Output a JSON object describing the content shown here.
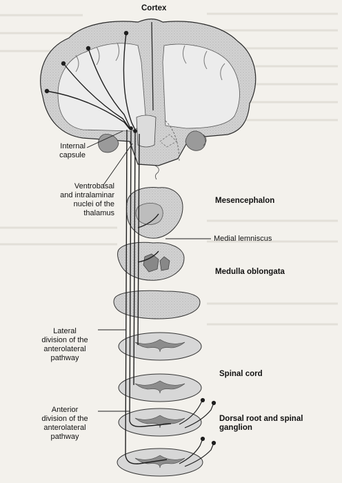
{
  "labels": {
    "cortex": "Cortex",
    "internal_capsule": "Internal\ncapsule",
    "thalamus_nuclei": "Ventrobasal\nand intralaminar\nnuclei of the\nthalamus",
    "mesencephalon": "Mesencephalon",
    "medial_lemniscus": "Medial lemniscus",
    "medulla_oblongata": "Medulla oblongata",
    "lateral_division": "Lateral\ndivision of the\nanterolateral\npathway",
    "spinal_cord": "Spinal cord",
    "anterior_division": "Anterior\ndivision of the\nanterolateral\npathway",
    "dorsal_root": "Dorsal root and spinal\nganglion"
  },
  "colors": {
    "background": "#f3f1ec",
    "tissue_gray": "#c9c9c9",
    "tissue_light": "#dedede",
    "gray_matter": "#8f8f8f",
    "outline": "#2a2a2a",
    "pathway": "#1f1f1f"
  }
}
